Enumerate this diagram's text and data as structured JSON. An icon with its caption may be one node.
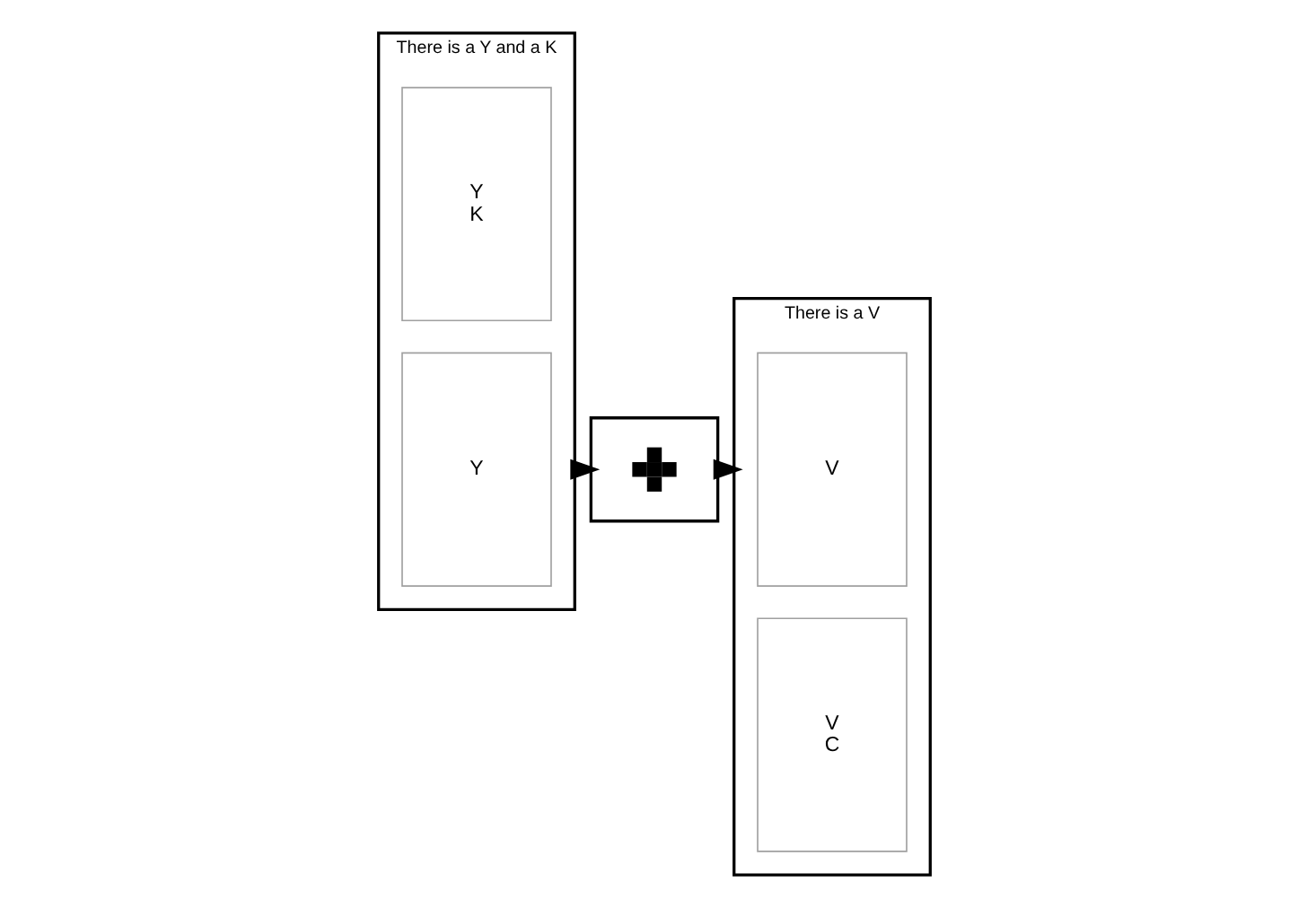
{
  "diagram": {
    "nodes": [
      {
        "text": [
          "There is a Y and a K"
        ]
      },
      {
        "text": [
          "Y",
          "K"
        ],
        "in": 0
      },
      {
        "text": [
          "Y"
        ],
        "in": 0
      },
      {
        "text": [],
        "shape": "box"
      },
      {
        "text": [],
        "shape": "cross",
        "in": 3
      },
      {
        "text": [
          "There is a V"
        ]
      },
      {
        "text": [
          "V"
        ],
        "in": 5
      },
      {
        "text": [
          "V",
          "C"
        ],
        "in": 5
      }
    ],
    "edges": [
      {
        "from": 0,
        "to": 3,
        "arrow": "to",
        "style": "thick"
      },
      {
        "from": 3,
        "to": 5,
        "arrow": "to",
        "style": "thick"
      }
    ]
  }
}
